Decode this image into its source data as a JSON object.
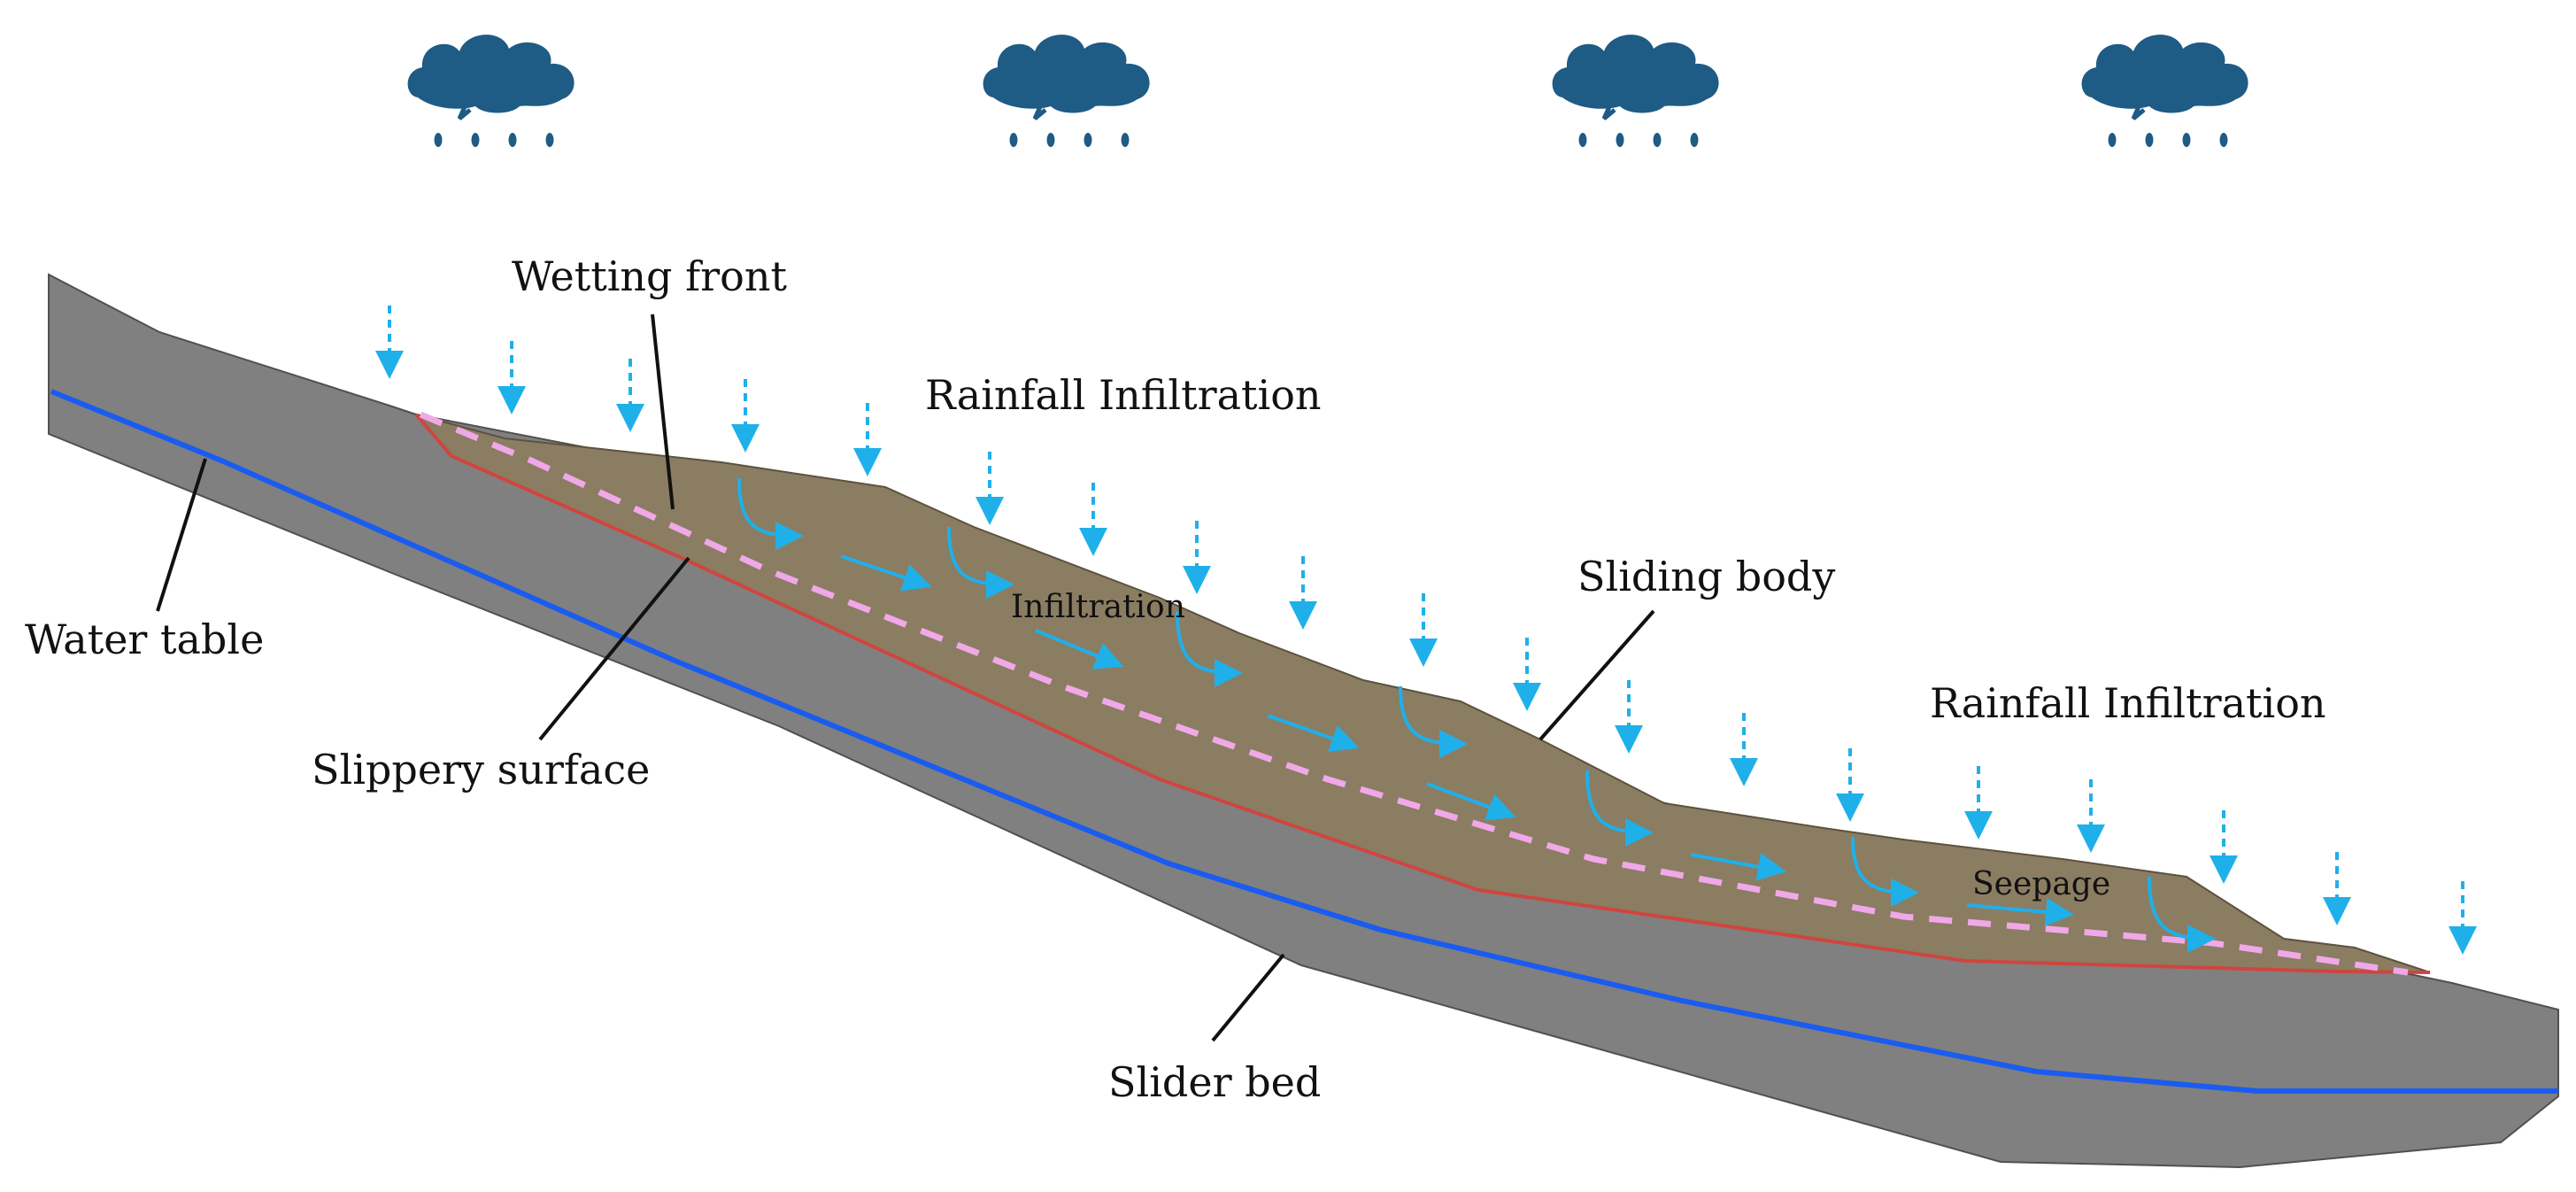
{
  "labels": {
    "wetting_front": "Wetting front",
    "rainfall_infiltration_1": "Rainfall Infiltration",
    "rainfall_infiltration_2": "Rainfall Infiltration",
    "water_table": "Water table",
    "slippery_surface": "Slippery surface",
    "sliding_body": "Sliding body",
    "slider_bed": "Slider bed",
    "infiltration": "Infiltration",
    "seepage": "Seepage"
  },
  "colors": {
    "slider_bed": "#808080",
    "sliding_body": "#8a7d62",
    "water_table": "#1a5cf0",
    "slippery_surface": "#d0453f",
    "wetting_front": "#f0a8e8",
    "rain_arrows": "#1fb0ea",
    "cloud": "#1e5b85"
  },
  "icons": {
    "cloud": "rain-cloud-icon",
    "rain_arrow": "dashed-down-arrow-icon",
    "flow_arrow": "curved-flow-arrow-icon"
  }
}
